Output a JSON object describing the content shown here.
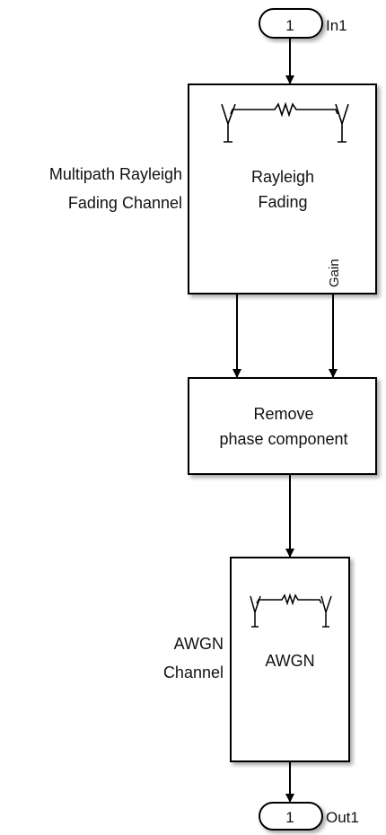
{
  "inport": {
    "number": "1",
    "label": "In1"
  },
  "outport": {
    "number": "1",
    "label": "Out1"
  },
  "rayleigh_block": {
    "title_line1": "Multipath Rayleigh",
    "title_line2": "Fading Channel",
    "icon_line1": "Rayleigh",
    "icon_line2": "Fading",
    "port_label": "Gain",
    "icon": "multipath-antenna-icon"
  },
  "remove_phase_block": {
    "line1": "Remove",
    "line2": "phase component"
  },
  "awgn_block": {
    "title_line1": "AWGN",
    "title_line2": "Channel",
    "icon_text": "AWGN",
    "icon": "multipath-antenna-icon"
  }
}
